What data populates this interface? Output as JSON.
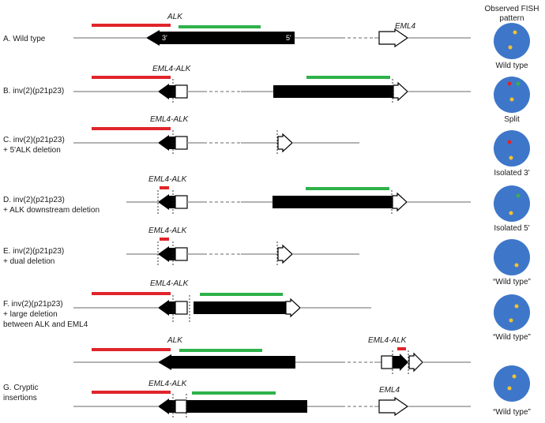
{
  "header": {
    "line1": "Observed FISH",
    "line2": "pattern"
  },
  "colors": {
    "red_probe": "#e0242b",
    "green_probe": "#2eb24a",
    "nucleus": "#3e77c9",
    "signal_red": "#d8262e",
    "signal_green": "#35b04e",
    "signal_yellow": "#f2c22e"
  },
  "rows": [
    {
      "id": "A",
      "label_lines": [
        "A. Wild type"
      ],
      "gene_labels": [
        "ALK",
        "EML4"
      ],
      "prime_labels": [
        "3'",
        "5'"
      ],
      "pattern": "Wild type"
    },
    {
      "id": "B",
      "label_lines": [
        "B. inv(2)(p21p23)"
      ],
      "gene_labels": [
        "EML4-ALK"
      ],
      "pattern": "Split"
    },
    {
      "id": "C",
      "label_lines": [
        "C. inv(2)(p21p23)",
        "+ 5'ALK deletion"
      ],
      "gene_labels": [
        "EML4-ALK"
      ],
      "pattern": "Isolated 3'"
    },
    {
      "id": "D",
      "label_lines": [
        "D. inv(2)(p21p23)",
        "+ ALK downstream deletion"
      ],
      "gene_labels": [
        "EML4-ALK"
      ],
      "pattern": "Isolated 5'"
    },
    {
      "id": "E",
      "label_lines": [
        "E. inv(2)(p21p23)",
        "+ dual deletion"
      ],
      "gene_labels": [
        "EML4-ALK"
      ],
      "pattern": "“Wild type”"
    },
    {
      "id": "F",
      "label_lines": [
        "F. inv(2)(p21p23)",
        "+ large deletion",
        "between ALK and EML4"
      ],
      "gene_labels": [
        "EML4-ALK"
      ],
      "pattern": "“Wild type”"
    },
    {
      "id": "G",
      "label_lines": [
        "G. Cryptic",
        "insertions"
      ],
      "gene_labels": [
        "ALK",
        "EML4-ALK",
        "EML4-ALK",
        "EML4"
      ],
      "pattern": "“Wild type”"
    }
  ]
}
